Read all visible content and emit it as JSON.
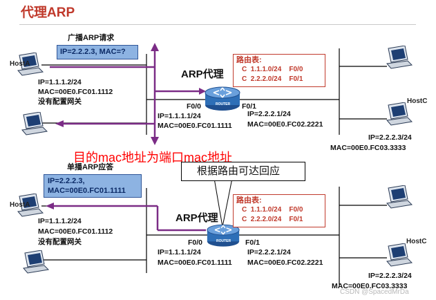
{
  "title": "代理ARP",
  "top": {
    "broadcast_label": "广播ARP请求",
    "request_box": "IP=2.2.2.3, MAC=?",
    "host_a": {
      "name": "HostA",
      "ip": "IP=1.1.1.2/24",
      "mac": "MAC=00E0.FC01.1112",
      "note": "没有配置网关"
    },
    "proxy_label": "ARP代理",
    "route_table": {
      "title": "路由表:",
      "rows": [
        "C  1.1.1.0/24    F0/0",
        "C  2.2.2.0/24    F0/1"
      ]
    },
    "f00": "F0/0",
    "f01": "F0/1",
    "if_left_ip": "IP=1.1.1.1/24",
    "if_left_mac": "MAC=00E0.FC01.1111",
    "if_right_ip": "IP=2.2.2.1/24",
    "if_right_mac": "MAC=00E0.FC02.2221",
    "host_c": {
      "name": "HostC",
      "ip": "IP=2.2.2.3/24",
      "mac": "MAC=00E0.FC03.3333"
    },
    "router_caption": "ROUTER"
  },
  "red_annotation": "目的mac地址为端口mac地址",
  "bottom": {
    "unicast_label": "单播ARP应答",
    "reply_box_line1": "IP=2.2.2.3,",
    "reply_box_line2": "MAC=00E0.FC01.1111",
    "callout": "根据路由可达回应",
    "host_a": {
      "name": "HostA",
      "ip": "IP=1.1.1.2/24",
      "mac": "MAC=00E0.FC01.1112",
      "note": "没有配置网关"
    },
    "proxy_label": "ARP代理",
    "route_table": {
      "title": "路由表:",
      "rows": [
        "C  1.1.1.0/24    F0/0",
        "C  2.2.2.0/24    F0/1"
      ]
    },
    "f00": "F0/0",
    "f01": "F0/1",
    "if_left_ip": "IP=1.1.1.1/24",
    "if_left_mac": "MAC=00E0.FC01.1111",
    "if_right_ip": "IP=2.2.2.1/24",
    "if_right_mac": "MAC=00E0.FC02.2221",
    "host_c": {
      "name": "HostC",
      "ip": "IP=2.2.2.3/24",
      "mac": "MAC=00E0.FC03.3333"
    },
    "router_caption": "ROUTER"
  },
  "watermark": "CSDN @SpacedMrDa",
  "colors": {
    "title": "#c0392b",
    "accent_purple": "#7b2c86",
    "route_red": "#c0392b",
    "annotation_red": "#ff0000",
    "box_blue": "#8db3e2",
    "router_blue": "#2e6fb7"
  }
}
